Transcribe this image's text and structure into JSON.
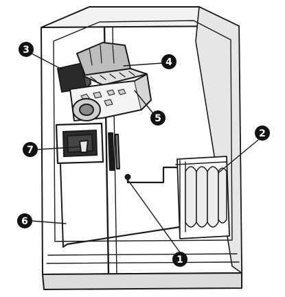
{
  "figure": {
    "colors": {
      "ink": "#1a1a1a",
      "paper": "#ffffff",
      "shade": "#cfcfcf",
      "light_shade": "#e8e8e8",
      "callout_fill": "#111111",
      "callout_text": "#ffffff"
    },
    "callouts": [
      {
        "id": "1",
        "label": "1"
      },
      {
        "id": "2",
        "label": "2"
      },
      {
        "id": "3",
        "label": "3"
      },
      {
        "id": "4",
        "label": "4"
      },
      {
        "id": "5",
        "label": "5"
      },
      {
        "id": "6",
        "label": "6"
      },
      {
        "id": "7",
        "label": "7"
      }
    ]
  }
}
